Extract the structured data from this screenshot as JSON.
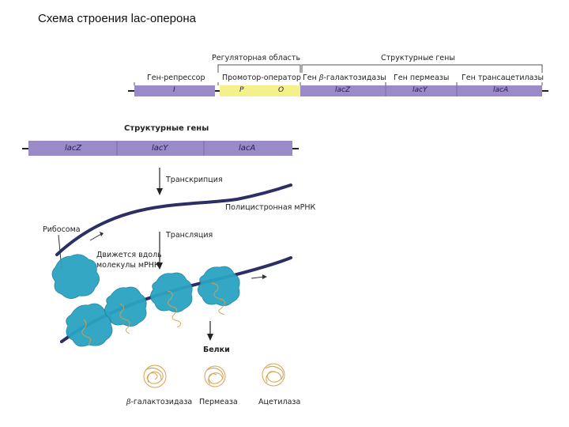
{
  "title": "Схема строения lac-оперона",
  "operon_top": {
    "region_regulatory": "Регуляторная область",
    "region_structural": "Структурные гены",
    "gene_repressor": "Ген-репрессор",
    "promoter_operator": "Промотор-оператор",
    "gene_beta_prefix": "Ген",
    "beta_symbol": "β",
    "gene_beta_suffix": "-галактозидазы",
    "gene_permease": "Ген пермеазы",
    "gene_transacetylase": "Ген трансацетилазы",
    "seg_I": "I",
    "seg_P": "P",
    "seg_O": "O",
    "seg_lacZ": "lacZ",
    "seg_lacY": "lacY",
    "seg_lacA": "lacA"
  },
  "structural_genes": {
    "heading": "Структурные гены",
    "lacZ": "lacZ",
    "lacY": "lacY",
    "lacA": "lacA"
  },
  "process": {
    "transcription": "Транскрипция",
    "mrna": "Полицистронная мРНК",
    "translation": "Трансляция",
    "ribosome": "Рибосома",
    "moves_line1": "Движется вдоль",
    "moves_line2": "молекулы мРНК",
    "proteins": "Белки"
  },
  "proteins": {
    "beta_symbol": "β",
    "galactosidase": "-галактозидаза",
    "permease": "Пермеаза",
    "acetylase": "Ацетилаза"
  },
  "colors": {
    "gene_bar": "#9a8ac8",
    "promoter": "#f4f08a",
    "ribosome": "#2aa3c2",
    "protein_coil": "#d8a04a"
  }
}
